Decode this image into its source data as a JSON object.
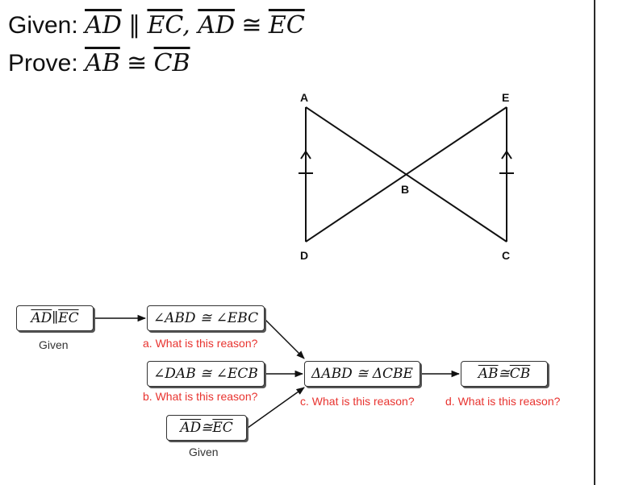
{
  "header": {
    "given_word": "Given:",
    "given_s1": "AD",
    "given_parallel": " ∥ ",
    "given_s2": "EC",
    "given_comma": ", ",
    "given_s3": "AD",
    "given_cong": " ≅ ",
    "given_s4": "EC",
    "prove_word": "Prove:",
    "prove_s1": "AB",
    "prove_cong": " ≅ ",
    "prove_s2": "CB"
  },
  "figure": {
    "labels": {
      "A": "A",
      "E": "E",
      "B": "B",
      "D": "D",
      "C": "C"
    }
  },
  "flowchart": {
    "box1": {
      "s1": "AD",
      "rel": " ∥ ",
      "s2": "EC",
      "reason": "Given"
    },
    "box2": {
      "text": "∠ABD ≅ ∠EBC",
      "reason": "a. What is this reason?"
    },
    "box3": {
      "text": "∠DAB ≅ ∠ECB",
      "reason": "b. What is this reason?"
    },
    "box4": {
      "s1": "AD",
      "rel": " ≅ ",
      "s2": "EC",
      "reason": "Given"
    },
    "box5": {
      "text": "ΔABD ≅ ΔCBE",
      "reason": "c. What is this reason?"
    },
    "box6": {
      "s1": "AB",
      "rel": " ≅ ",
      "s2": "CB",
      "reason": "d. What is this reason?"
    }
  },
  "colors": {
    "reason_red": "#e8332f",
    "reason_gray": "#333333",
    "ink": "#111111"
  }
}
